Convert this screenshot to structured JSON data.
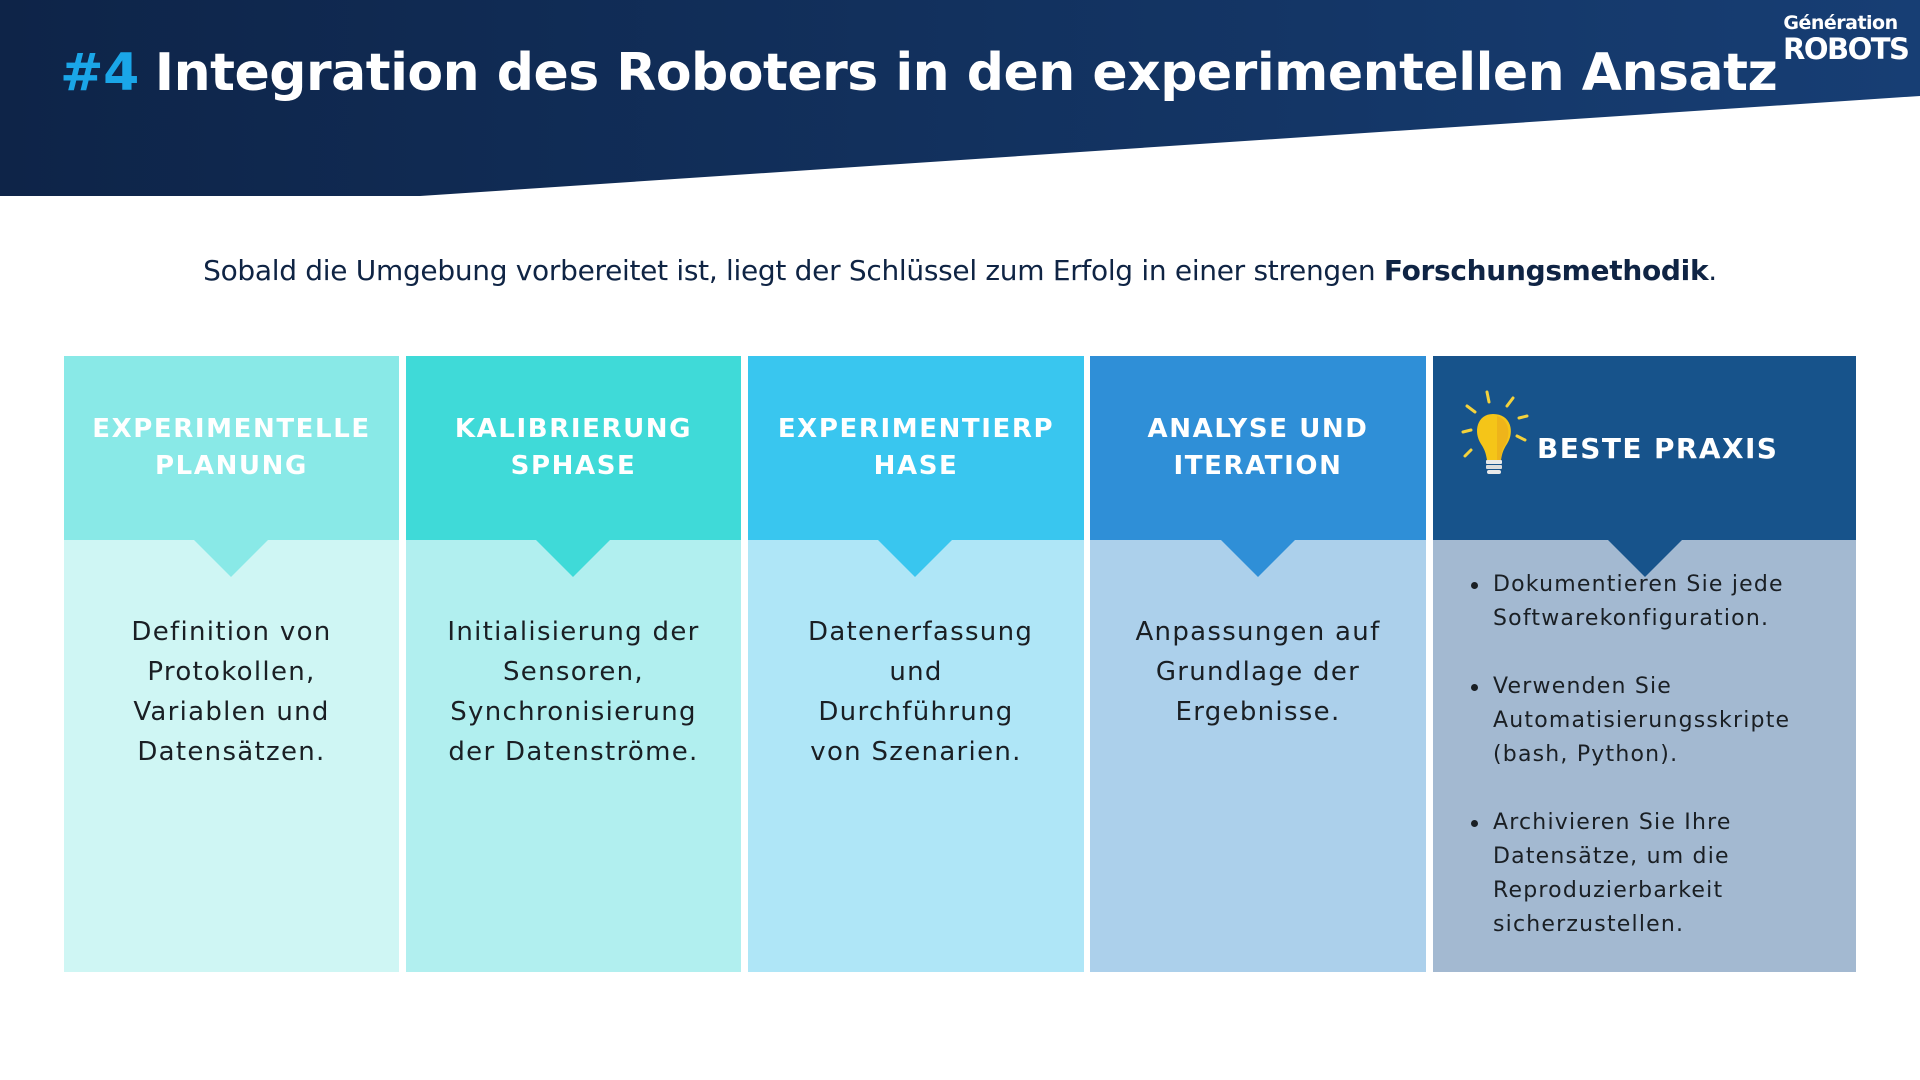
{
  "header": {
    "number": "#4",
    "title": "Integration des Roboters in den experimentellen Ansatz",
    "logo_line1": "Génération",
    "logo_line2": "ROBOTS"
  },
  "subtitle": {
    "text": "Sobald die Umgebung vorbereitet ist, liegt der Schlüssel zum Erfolg in einer strengen ",
    "bold": "Forschungsmethodik",
    "end": "."
  },
  "colors": {
    "banner": "#12315e",
    "accent": "#1aa6e8",
    "col1_head": "#89e9e7",
    "col1_body": "#cff6f4",
    "col2_head": "#3fdad8",
    "col2_body": "#b1efef",
    "col3_head": "#39c6ef",
    "col3_body": "#afe6f7",
    "col4_head": "#2f8fd7",
    "col4_body": "#acd0eb",
    "col5_head": "#17538b",
    "col5_body": "#a3b9d1"
  },
  "columns": [
    {
      "title": "EXPERIMENTELLE PLANUNG",
      "text": "Definition von Protokollen, Variablen und Datensätzen."
    },
    {
      "title": "KALIBRIERUNG SPHASE",
      "text": "Initialisierung der Sensoren, Synchronisierung der Datenströme."
    },
    {
      "title": "EXPERIMENTIERP HASE",
      "text": "Datenerfassung und Durchführung von Szenarien."
    },
    {
      "title": "ANALYSE UND ITERATION",
      "text": "Anpassungen auf Grundlage der Ergebnisse."
    }
  ],
  "best_practice": {
    "icon": "lightbulb-icon",
    "title": "BESTE PRAXIS",
    "items": [
      "Dokumentieren Sie jede Softwarekonfiguration.",
      "Verwenden Sie Automatisierungsskripte (bash, Python).",
      "Archivieren Sie Ihre Datensätze, um die Reproduzierbarkeit sicherzustellen."
    ]
  }
}
